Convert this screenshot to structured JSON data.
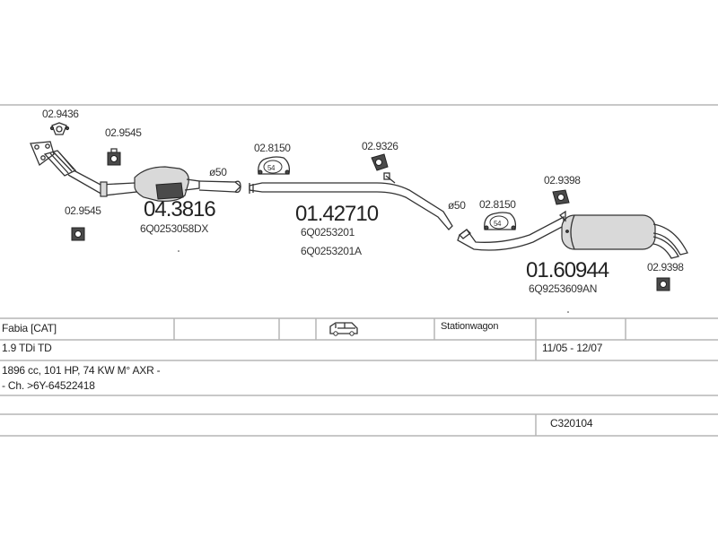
{
  "parts": {
    "clamp_top": "02.9436",
    "hanger_front_top": "02.9545",
    "hanger_front_bottom": "02.9545",
    "front_pipe_dia": "ø50",
    "catalyst_no": "04.3816",
    "catalyst_oe": "6Q0253058DX",
    "mount_center": "02.8150",
    "mount_center_badge": "54",
    "middle_no": "01.42710",
    "middle_oe_1": "6Q0253201",
    "middle_oe_2": "6Q0253201A",
    "hanger_middle": "02.9326",
    "rear_pipe_dia": "ø50",
    "mount_rear": "02.8150",
    "mount_rear_badge": "54",
    "hanger_rear_top": "02.9398",
    "rear_no": "01.60944",
    "rear_oe": "6Q9253609AN",
    "hanger_rear_bottom": "02.9398"
  },
  "table": {
    "model": "Fabia  [CAT]",
    "body_icon": "car-estate-icon",
    "body_type": "Stationwagon",
    "engine": "1.9 TDi TD",
    "period": "11/05 - 12/07",
    "specs": "1896 cc, 101 HP, 74 KW M° AXR -",
    "chassis": "- Ch. >6Y-64522418",
    "code": "C320104"
  },
  "colors": {
    "line": "#333333",
    "rule": "#b5b5b5",
    "part_fill": "#d9d9d9"
  }
}
